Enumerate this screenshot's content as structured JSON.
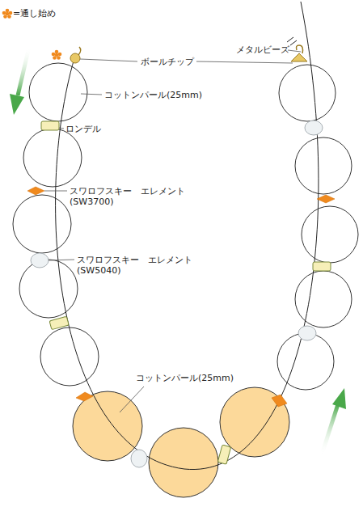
{
  "diagram": {
    "labels": [
      "メタルビーズ",
      "ボールチップ",
      "コットンパール(25mm)",
      "ロンデル",
      "スワロフスキー　エレメント (SW3700)",
      "スワロフスキー　エレメント (SW5040)",
      "コットンパール(25mm)"
    ],
    "legend": [
      {
        "text": "=通し始め"
      }
    ]
  }
}
